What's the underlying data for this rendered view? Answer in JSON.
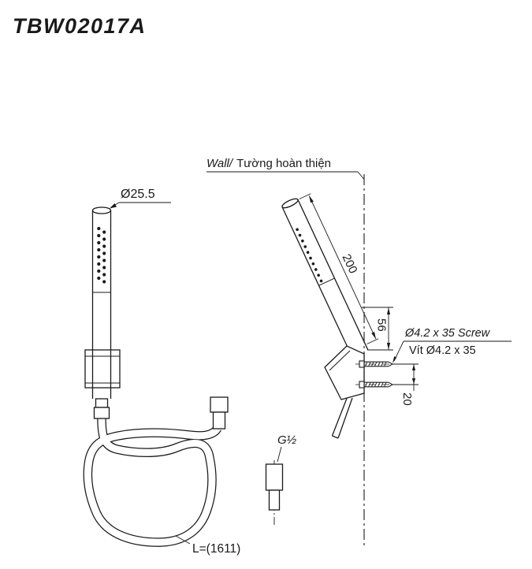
{
  "title": "TBW02017A",
  "front_view": {
    "diameter_label": "Ø25.5",
    "hose_length_label": "L=(1611)"
  },
  "side_view": {
    "wall_label_en": "Wall/",
    "wall_label_vi": "Tường hoàn thiện",
    "length_dim": "200",
    "offset_dim": "56",
    "screw_spacing_dim": "20",
    "screw_label_en": "Ø4.2 x 35 Screw",
    "screw_label_vi": "Vít Ø4.2 x 35",
    "thread_label": "G½"
  },
  "colors": {
    "line": "#1a1a1a",
    "background": "#ffffff"
  }
}
